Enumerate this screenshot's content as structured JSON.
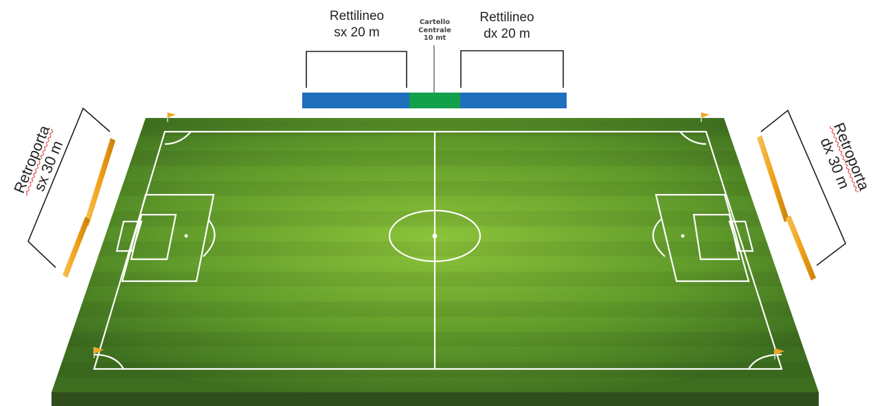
{
  "labels": {
    "left_straight": {
      "line1": "Rettilineo",
      "line2": "sx 20 m"
    },
    "right_straight": {
      "line1": "Rettilineo",
      "line2": "dx 20 m"
    },
    "center_sign": {
      "line1": "Cartello",
      "line2": "Centrale",
      "line3": "10 mt"
    },
    "left_goal": {
      "line1": "Retroporta",
      "line2": "sx 30 m"
    },
    "right_goal": {
      "line1": "Retroporta",
      "line2": "dx 30 m"
    }
  },
  "colors": {
    "grass_dark": "#3f7a1f",
    "grass_light": "#6ea832",
    "pitch_edge": "#2f4d1d",
    "board_blue": "#1f6fbd",
    "board_green": "#13a04a",
    "board_orange": "#f0a21a",
    "flag": "#f5a623"
  }
}
